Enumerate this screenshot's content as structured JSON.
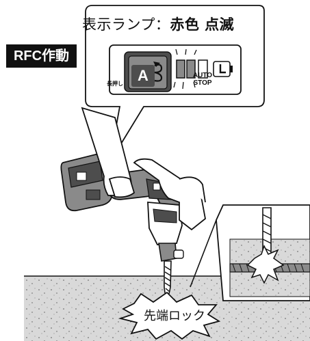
{
  "callout": {
    "title_prefix": "表示ランプ：",
    "title_emphasis": "赤色 点滅"
  },
  "badge": {
    "label": "RFC作動"
  },
  "panel": {
    "mode_letter": "A",
    "hold_label": "長押し",
    "auto_stop_line1": "AUTO",
    "auto_stop_line2": "STOP"
  },
  "ground": {
    "lock_label": "先端ロック"
  },
  "icons": {
    "rotation": "rotation-arrow-icon",
    "battery": "battery-icon"
  },
  "colors": {
    "panel_dark": "#4d4d4d",
    "panel_mid": "#8a8a8a",
    "concrete": "#d9d9d9",
    "ink": "#111111"
  }
}
